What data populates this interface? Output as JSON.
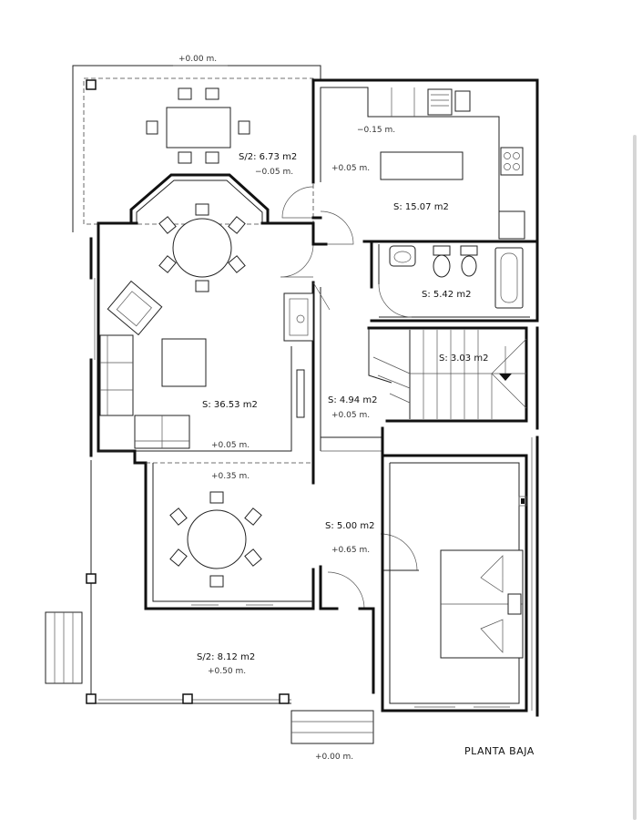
{
  "plan_title": "PLANTA BAJA",
  "levels": {
    "top_outdoor": "+0.00 m.",
    "kitchen_step": "−0.15 m.",
    "kitchen_floor": "+0.05 m.",
    "porch_top": "−0.05 m.",
    "living": "+0.05 m.",
    "hall": "+0.05 m.",
    "dining": "+0.35 m.",
    "entry": "+0.65 m.",
    "porch_bottom": "+0.50 m.",
    "bottom_outdoor": "+0.00 m."
  },
  "rooms": {
    "porch_top": "S/2: 6.73  m2",
    "kitchen": "S: 15.07  m2",
    "bathroom": "S: 5.42  m2",
    "stairs": "S: 3.03  m2",
    "living": "S: 36.53  m2",
    "hall": "S: 4.94  m2",
    "entry": "S: 5.00  m2",
    "porch_bottom": "S/2: 8.12  m2"
  }
}
